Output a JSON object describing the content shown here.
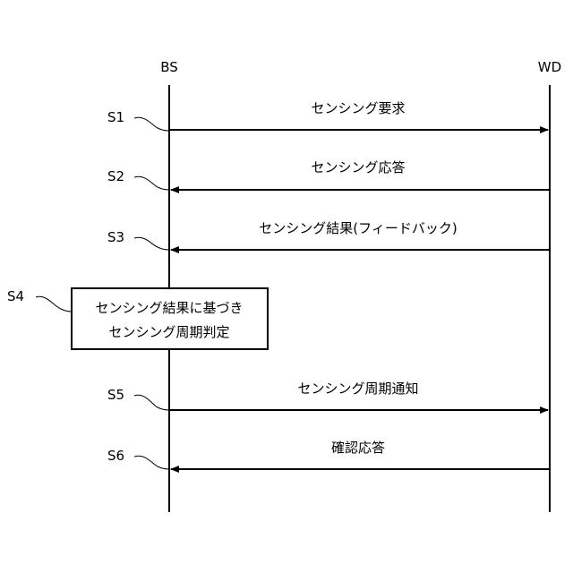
{
  "entities": {
    "left": "BS",
    "right": "WD"
  },
  "steps": [
    {
      "id": "S1",
      "direction": "to-right",
      "message": "センシング要求"
    },
    {
      "id": "S2",
      "direction": "to-left",
      "message": "センシング応答"
    },
    {
      "id": "S3",
      "direction": "to-left",
      "message": "センシング結果(フィードバック)"
    },
    {
      "id": "S4",
      "process_lines": [
        "センシング結果に基づき",
        "センシング周期判定"
      ]
    },
    {
      "id": "S5",
      "direction": "to-right",
      "message": "センシング周期通知"
    },
    {
      "id": "S6",
      "direction": "to-left",
      "message": "確認応答"
    }
  ]
}
